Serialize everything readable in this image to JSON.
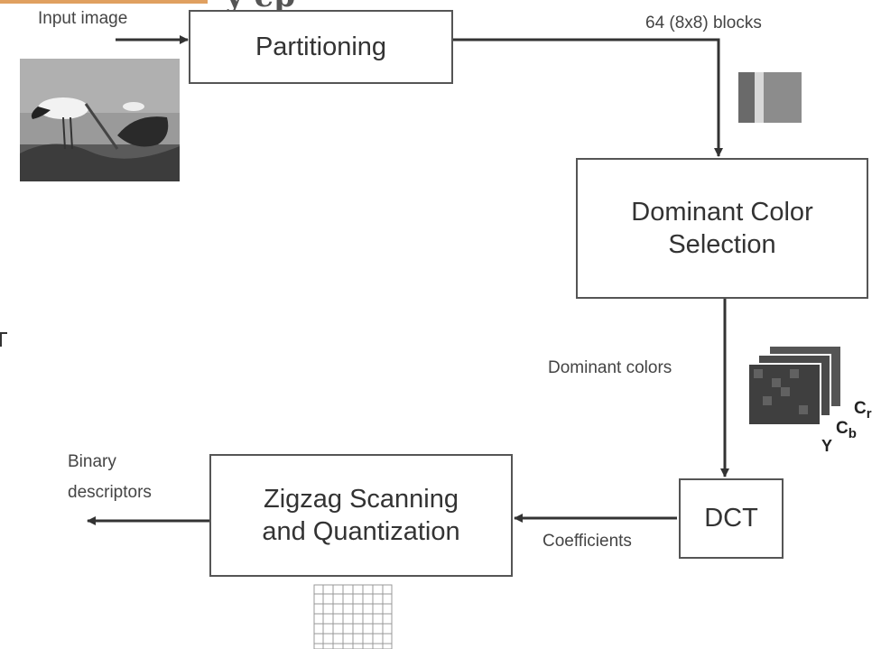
{
  "header": {
    "partial_title": "y     ep"
  },
  "inputs": {
    "input_label": "Input image",
    "blocks_label": "64 (8x8) blocks"
  },
  "boxes": {
    "partitioning": "Partitioning",
    "dominant_line1": "Dominant Color",
    "dominant_line2": "Selection",
    "dct": "DCT",
    "zigzag_line1": "Zigzag Scanning",
    "zigzag_line2": "and Quantization"
  },
  "edges": {
    "dominant_colors": "Dominant colors",
    "coefficients": "Coefficients",
    "binary_line1": "Binary",
    "binary_line2": "descriptors"
  },
  "channels": {
    "y": "Y",
    "cb_base": "C",
    "cb_sub": "b",
    "cr_base": "C",
    "cr_sub": "r"
  },
  "colors": {
    "line": "#333333",
    "box_border": "#555555",
    "accent": "#e0a060"
  }
}
